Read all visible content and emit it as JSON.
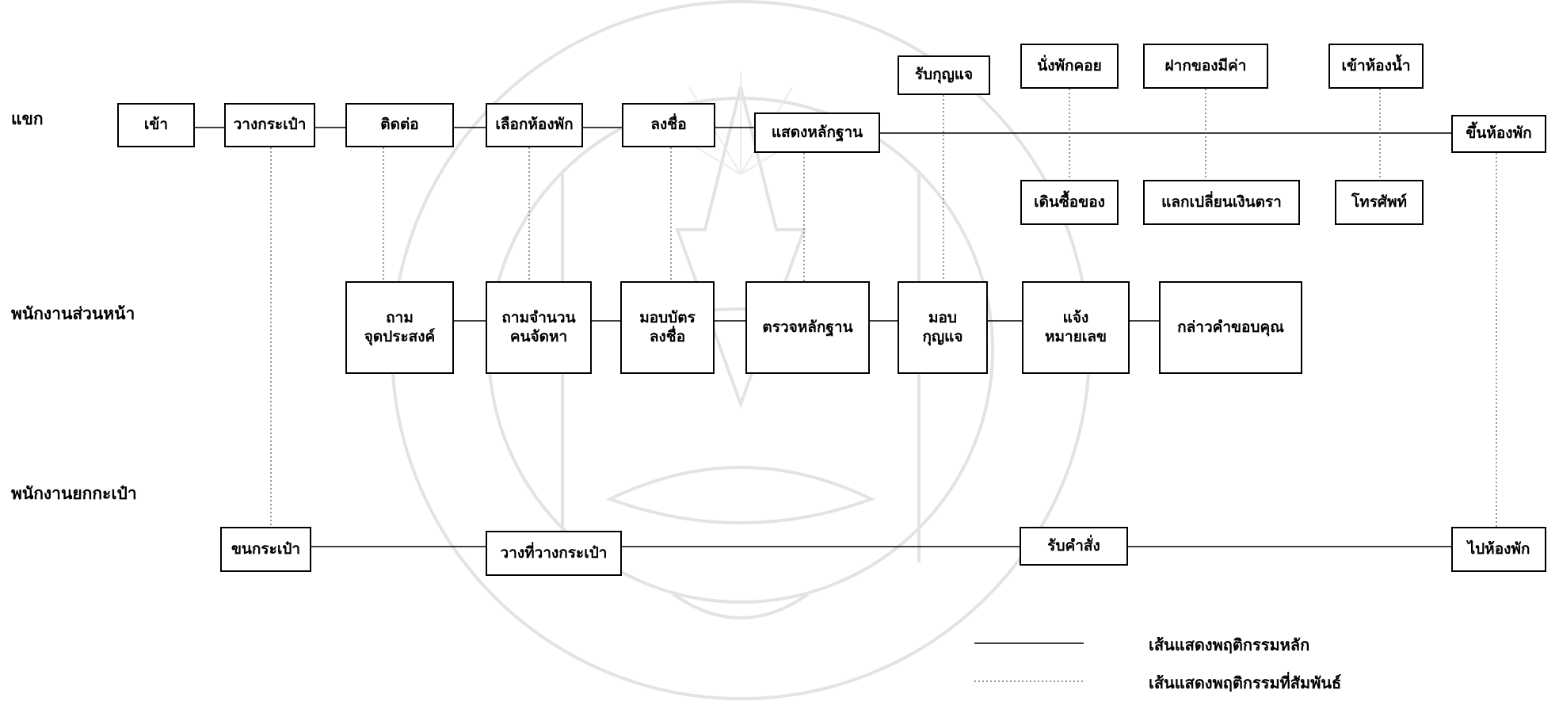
{
  "lanes": {
    "guest": "แขก",
    "front_desk": "พนักงานส่วนหน้า",
    "bellboy": "พนักงานยกกะเป๋า"
  },
  "guest_boxes": {
    "enter": "เข้า",
    "put_bag": "วางกระเป๋า",
    "contact": "ติดต่อ",
    "choose_room": "เลือกห้องพัก",
    "sign_in": "ลงชื่อ",
    "show_evidence": "แสดงหลักฐาน",
    "go_up_room": "ขึ้นห้องพัก"
  },
  "side_activities": {
    "receive_key": "รับกุญแจ",
    "sit_wait": "นั่งพักคอย",
    "deposit_valuables": "ฝากของมีค่า",
    "restroom": "เข้าห้องน้ำ",
    "shopping": "เดินซื้อของ",
    "exchange_currency": "แลกเปลี่ยนเงินตรา",
    "telephone": "โทรศัพท์"
  },
  "front_desk_boxes": {
    "ask_purpose": [
      "ถาม",
      "จุดประสงค์"
    ],
    "ask_count": [
      "ถามจำนวน",
      "คนจัดหา"
    ],
    "give_card": [
      "มอบบัตร",
      "ลงชื่อ"
    ],
    "check_evidence": [
      "ตรวจหลักฐาน"
    ],
    "give_key": [
      "มอบ",
      "กุญแจ"
    ],
    "tell_number": [
      "แจ้ง",
      "หมายเลข"
    ],
    "thank": [
      "กล่าวคำขอบคุณ"
    ]
  },
  "bellboy_boxes": {
    "carry_bag": "ขนกระเป๋า",
    "place_bag": "วางที่วางกระเป๋า",
    "receive_order": "รับคำสั่ง",
    "go_to_room": "ไปห้องพัก"
  },
  "legend": {
    "main_behavior": "เส้นแสดงพฤติกรรมหลัก",
    "related_behavior": "เส้นแสดงพฤติกรรมที่สัมพันธ์"
  }
}
